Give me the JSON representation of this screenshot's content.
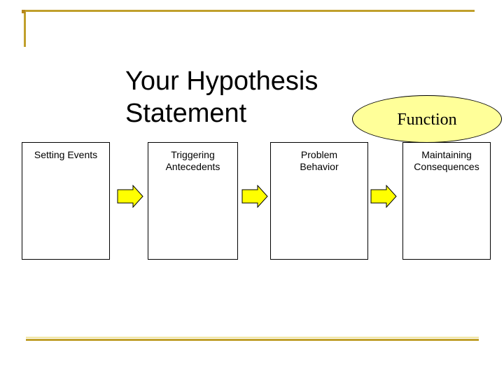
{
  "slide": {
    "title": "Your Hypothesis Statement",
    "function_label": "Function",
    "boxes": [
      {
        "label": "Setting Events"
      },
      {
        "label": "Triggering Antecedents"
      },
      {
        "label": "Problem Behavior"
      },
      {
        "label": "Maintaining Consequences"
      }
    ],
    "flow": "Setting Events -> Triggering Antecedents -> Problem Behavior -> Maintaining Consequences",
    "colors": {
      "gold": "#C0A02C",
      "gold_light": "#F2E6A4",
      "gold_dark": "#B5861B",
      "arrow_fill": "#FFFF00",
      "ellipse_fill": "#FFFF99",
      "outline": "#000000",
      "text": "#000000"
    }
  }
}
